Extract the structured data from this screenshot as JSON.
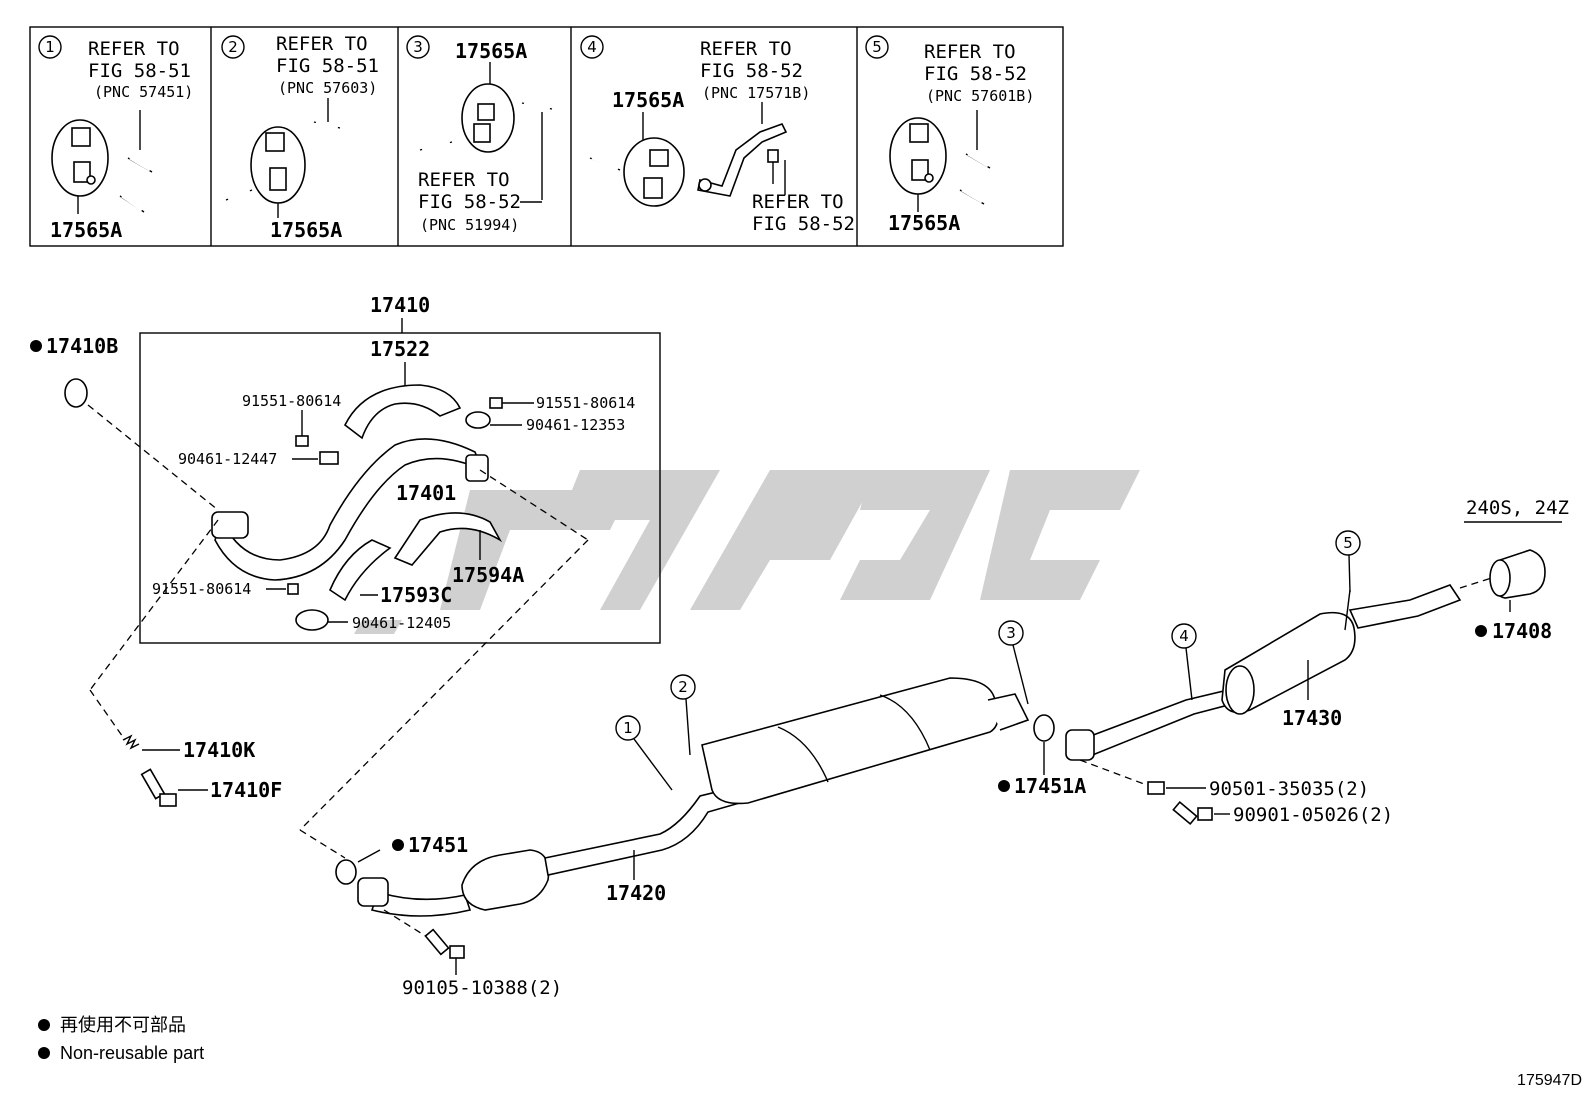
{
  "insets": [
    {
      "num": "1",
      "refer": "REFER TO",
      "fig": "FIG 58-51",
      "pnc": "(PNC 57451)",
      "part": "17565A"
    },
    {
      "num": "2",
      "refer": "REFER TO",
      "fig": "FIG 58-51",
      "pnc": "(PNC 57603)",
      "part": "17565A"
    },
    {
      "num": "3",
      "part_top": "17565A",
      "refer": "REFER TO",
      "fig": "FIG 58-52",
      "pnc": "(PNC 51994)"
    },
    {
      "num": "4",
      "part": "17565A",
      "refer": "REFER TO",
      "fig": "FIG 58-52",
      "pnc": "(PNC 17571B)",
      "refer2": "REFER TO",
      "fig2": "FIG 58-52"
    },
    {
      "num": "5",
      "refer": "REFER TO",
      "fig": "FIG 58-52",
      "pnc": "(PNC 57601B)",
      "part": "17565A"
    }
  ],
  "labels": {
    "p17410": "17410",
    "p17410B": "17410B",
    "p17522": "17522",
    "p91551a": "91551-80614",
    "p91551b": "91551-80614",
    "p90461_12353": "90461-12353",
    "p90461_12447": "90461-12447",
    "p17401": "17401",
    "p17594A": "17594A",
    "p91551c": "91551-80614",
    "p17593C": "17593C",
    "p90461_12405": "90461-12405",
    "p17410K": "17410K",
    "p17410F": "17410F",
    "p17451": "17451",
    "p90105": "90105-10388(2)",
    "p17420": "17420",
    "p17451A": "17451A",
    "p90501": "90501-35035(2)",
    "p90901": "90901-05026(2)",
    "p17430": "17430",
    "p17408": "17408",
    "variant": "240S, 24Z",
    "c1": "1",
    "c2": "2",
    "c3": "3",
    "c4": "4",
    "c5": "5"
  },
  "legend": {
    "japanese": "再使用不可部品",
    "english": "Non-reusable part"
  },
  "diagram_id": "175947D"
}
